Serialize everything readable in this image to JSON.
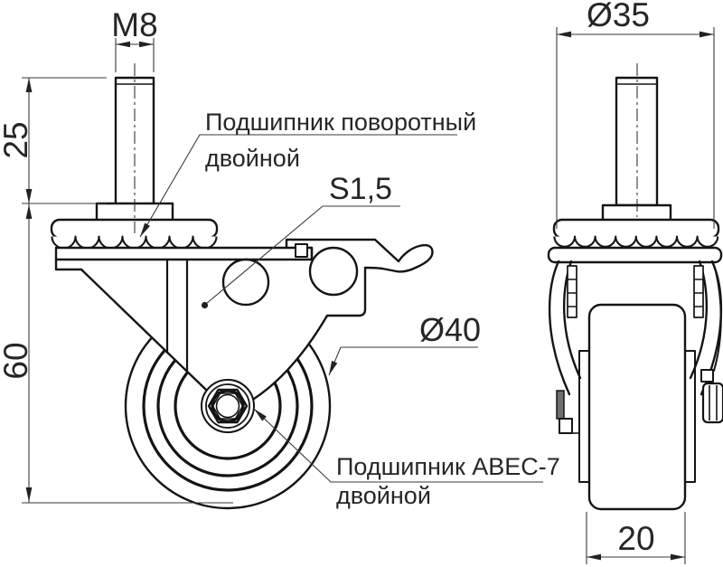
{
  "drawing": {
    "background": "#ffffff",
    "line_color": "#141414",
    "dim_line_color": "#3a3a3a",
    "text_color": "#262626",
    "shade_color": "#6e6e6e"
  },
  "front_view": {
    "dimensions": {
      "thread": "M8",
      "stem_length": "25",
      "overall_height": "60",
      "wheel_diameter": "Ø40",
      "plate_thickness": "S1,5"
    },
    "annotations": {
      "swivel_bearing": {
        "line1": "Подшипник поворотный",
        "line2": "двойной"
      },
      "wheel_bearing": {
        "line1": "Подшипник ABEC-7",
        "line2": "двойной"
      }
    }
  },
  "side_view": {
    "dimensions": {
      "plate_diameter": "Ø35",
      "wheel_width": "20"
    }
  }
}
